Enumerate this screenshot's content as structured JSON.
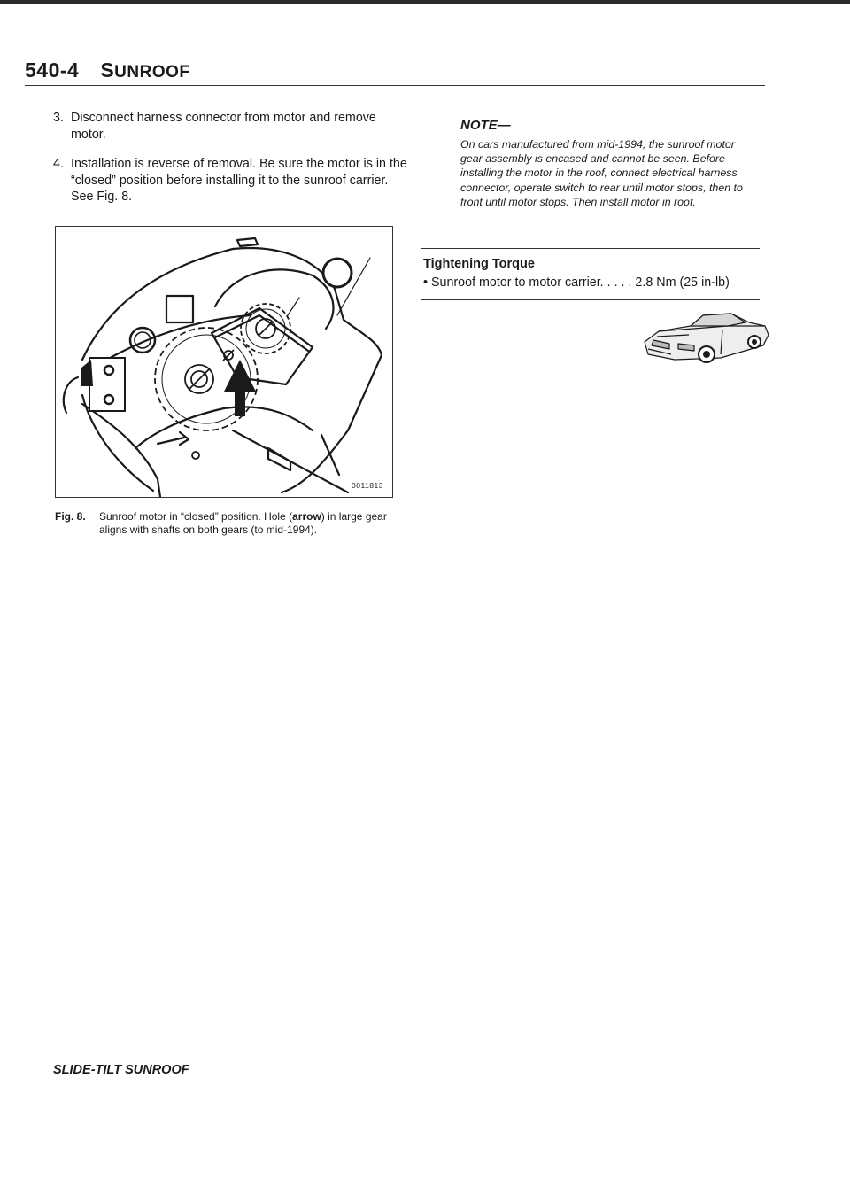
{
  "header": {
    "page_number": "540-4",
    "section_initial": "S",
    "section_rest": "UNROOF"
  },
  "steps": [
    {
      "number": "3.",
      "text": "Disconnect harness connector from motor and remove motor."
    },
    {
      "number": "4.",
      "text": "Installation is reverse of removal. Be sure the motor is in the “closed” position before installing it to the sunroof carrier. See Fig. 8."
    }
  ],
  "figure": {
    "id": "0011813",
    "caption_label": "Fig. 8.",
    "caption_pre": "Sunroof motor in “closed” position. Hole (",
    "caption_bold": "arrow",
    "caption_post": ") in large gear aligns with shafts on both gears (to mid-1994)."
  },
  "note": {
    "title": "NOTE—",
    "body": "On cars manufactured from mid-1994, the sunroof motor gear assembly is encased and cannot be seen. Before installing the motor in the roof, connect electrical harness connector, operate switch to rear until motor stops, then to front until motor stops. Then install motor in roof."
  },
  "torque": {
    "title": "Tightening Torque",
    "item": "• Sunroof motor to motor carrier. . . . . 2.8 Nm (25 in-lb)"
  },
  "footer": "SLIDE-TILT SUNROOF"
}
